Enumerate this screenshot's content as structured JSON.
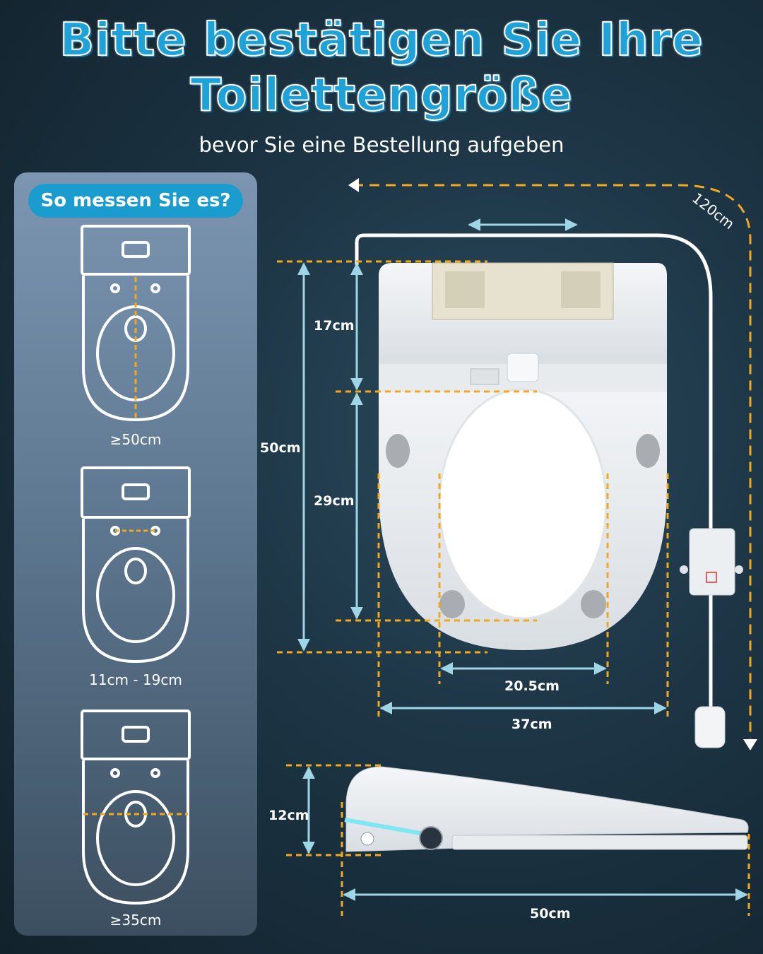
{
  "header": {
    "title_line1": "Bitte bestätigen Sie Ihre",
    "title_line2": "Toilettengröße",
    "subtitle": "bevor Sie eine Bestellung aufgeben"
  },
  "guide": {
    "heading": "So messen Sie es?",
    "steps": [
      {
        "label": "≥50cm"
      },
      {
        "label": "11cm - 19cm"
      },
      {
        "label": "≥35cm"
      }
    ]
  },
  "dimensions": {
    "cable_length": "120cm",
    "upper_section": "17cm",
    "total_length": "50cm",
    "bowl_length": "29cm",
    "inner_width": "20.5cm",
    "outer_width": "37cm",
    "height": "12cm",
    "side_length": "50cm"
  },
  "colors": {
    "accent": "#1ea2d8",
    "measure_line": "#f2a81d",
    "arrow": "#9fd6e6"
  }
}
